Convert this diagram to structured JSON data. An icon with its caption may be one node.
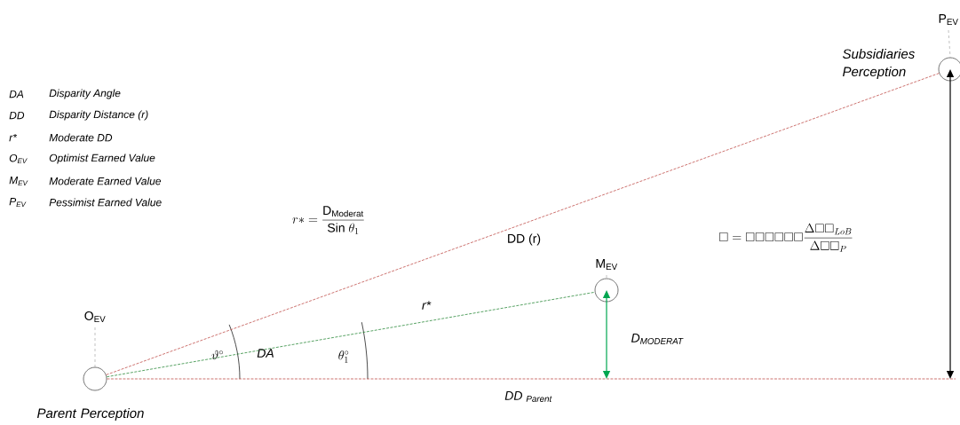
{
  "diagram": {
    "nodes": [
      {
        "text": [
          "O$_{EV}$"
        ],
        "beside": [
          "Parent Perception"
        ]
      },
      {
        "text": [
          "M$_{EV}$"
        ]
      },
      {
        "text": [
          "P$_{EV}$"
        ],
        "beside": [
          "Subsidiaries Perception"
        ]
      }
    ],
    "edges": [
      {
        "from": 0,
        "to": 2,
        "arrow": "none",
        "label": "DD (r)",
        "style": "dashed",
        "color": "#c0504d"
      },
      {
        "from": 0,
        "to": 1,
        "arrow": "none",
        "label": "r*",
        "style": "dashed",
        "color": "#2e8b3e"
      },
      {
        "from": 0,
        "to": null,
        "arrow": "none",
        "label": "DD $_{Parent}$",
        "style": "dashed",
        "color": "#c0504d"
      },
      {
        "from": 1,
        "to": null,
        "arrow": "both",
        "label": "D$_{MODERAT}$",
        "color": "#00a650"
      },
      {
        "from": 2,
        "to": null,
        "arrow": "both",
        "color": "#000000"
      }
    ],
    "labels": [
      "DA",
      "Disparity Angle",
      "DD",
      "Disparity Distance (r)",
      "r*",
      "Moderate DD",
      "O$_{EV}$",
      "Optimist Earned Value",
      "M$_{EV}$",
      "Moderate Earned Value",
      "P$_{EV}$",
      "Pessimist Earned Value",
      "r* = \\frac{\\mathrm{D}_{\\mathrm{Moderat}}}{\\mathrm{Sin}\\ \\theta_1}",
      "\\square = \\square\\square\\square\\square\\square\\square\\frac{\\Delta\\square\\square_{LoB}}{\\Delta\\square\\square_{P}}",
      "\\vartheta^{\\circ}",
      "DA",
      "\\theta_1^{\\circ}"
    ]
  }
}
